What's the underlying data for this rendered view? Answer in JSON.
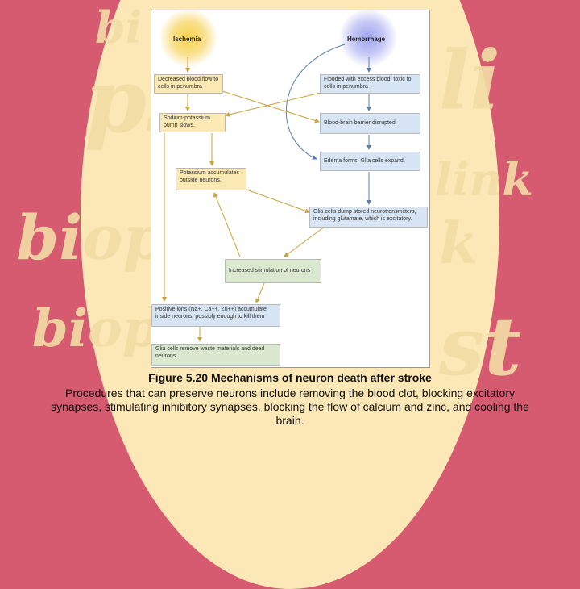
{
  "figure": {
    "ischemia_label": "Ischemia",
    "hemorrhage_label": "Hemorrhage",
    "nodes": {
      "decreased_flow": "Decreased blood flow to cells in penumbra",
      "flooded": "Flooded with excess blood, toxic to cells in penumbra",
      "pump_slows": "Sodium-potassium pump slows.",
      "bbb_disrupted": "Blood-brain barrier disrupted.",
      "edema": "Edema forms. Glia cells expand.",
      "potassium": "Potassium accumulates outside neurons.",
      "glia_dump": "Glia cells dump stored neurotransmitters, including glutamate, which is excitatory.",
      "increased_stim": "Increased stimulation of neurons",
      "positive_ions": "Positive ions (Na+, Ca++, Zn++) accumulate inside neurons, possibly enough to kill them",
      "glia_remove": "Glia cells remove waste materials and dead neurons."
    },
    "colors": {
      "arrow": "#c9a23a",
      "arrow_blue": "#5a7fb0",
      "yellow_box": "#fbe9b4",
      "blue_box": "#d7e4f3",
      "green_box": "#d9e8cf"
    }
  },
  "caption": {
    "title": "Figure 5.20  Mechanisms of neuron death after stroke",
    "body": "Procedures that can preserve neurons include removing the blood clot, blocking excitatory synapses, stimulating inhibitory synapses, blocking the flow of calcium and zinc, and cooling the brain."
  },
  "background": {
    "watermark_text": "biopsychology"
  }
}
